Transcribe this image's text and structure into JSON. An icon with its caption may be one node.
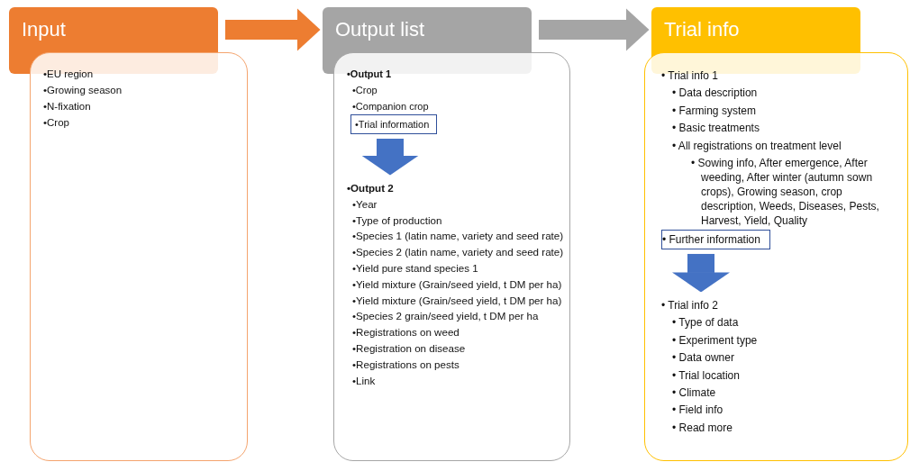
{
  "diagram": {
    "nodes": [
      {
        "text": [
          "Input"
        ]
      },
      {
        "text": [
          "•EU region",
          "•Growing season",
          "•N-fixation",
          "•Crop"
        ]
      },
      {
        "text": [
          "Output list"
        ]
      },
      {
        "text": [
          "•Output 1",
          "•Crop",
          "•Companion crop"
        ]
      },
      {
        "text": [
          "•Trial information"
        ],
        "in": 3
      },
      {
        "text": [
          "•Output 2",
          "•Year",
          "•Type of production",
          "•Species 1 (latin name, variety and seed rate)",
          "•Species 2 (latin name, variety and seed rate)",
          "•Yield pure stand species 1",
          "•Yield mixture (Grain/seed yield, t DM per ha)",
          "•Yield mixture (Grain/seed yield, t DM per ha)",
          "•Species 2 grain/seed yield, t DM per ha",
          "•Registrations on weed",
          "•Registration on disease",
          "•Registrations on pests",
          "•Link"
        ],
        "in": 3
      },
      {
        "text": [
          "Trial info"
        ]
      },
      {
        "text": [
          "• Trial info 1",
          "• Data description",
          "• Farming system",
          "• Basic treatments",
          "• All registrations on treatment level",
          "• Sowing info, After emergence, After weeding, After winter (autumn sown crops), Growing season, crop description, Weeds, Diseases, Pests, Harvest, Yield, Quality"
        ]
      },
      {
        "text": [
          "• Further information"
        ],
        "in": 7
      },
      {
        "text": [
          "• Trial info 2",
          "• Type of data",
          "• Experiment type",
          "• Data owner",
          "• Trial location",
          "• Climate",
          "• Field info",
          "• Read more"
        ],
        "in": 7
      }
    ],
    "edges": [
      {
        "from": 0,
        "to": 2,
        "arrow": "to",
        "color": "#ed7d31"
      },
      {
        "from": 2,
        "to": 6,
        "arrow": "to",
        "color": "#a5a5a5"
      },
      {
        "from": 4,
        "to": 5,
        "arrow": "to",
        "color": "#4472c4"
      },
      {
        "from": 8,
        "to": 9,
        "arrow": "to",
        "color": "#4472c4"
      }
    ]
  }
}
